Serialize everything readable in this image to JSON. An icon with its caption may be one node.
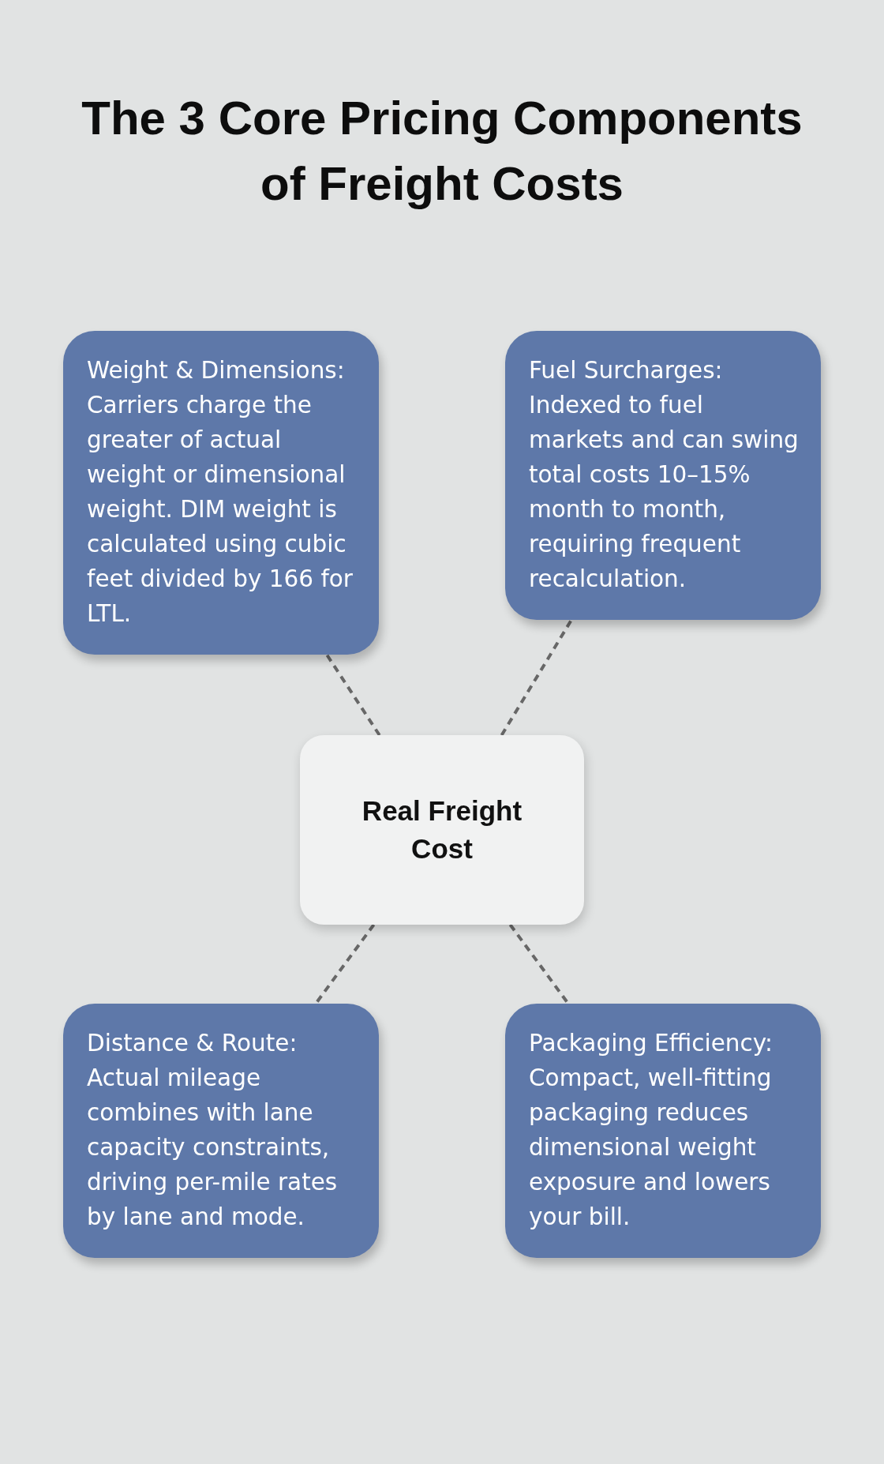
{
  "diagram": {
    "title": "The 3 Core Pricing Components of Freight Costs",
    "nodes": [
      {
        "text": [
          "Weight & Dimensions: Carriers charge the greater of actual weight or dimensional weight. DIM weight is calculated using cubic feet divided by 166 for LTL."
        ]
      },
      {
        "text": [
          "Fuel Surcharges: Indexed to fuel markets and can swing total costs 10–15% month to month, requiring frequent recalculation."
        ]
      },
      {
        "text": [
          "Real Freight Cost"
        ]
      },
      {
        "text": [
          "Distance & Route: Actual mileage combines with lane capacity constraints, driving per-mile rates by lane and mode."
        ]
      },
      {
        "text": [
          "Packaging Efficiency: Compact, well-fitting packaging reduces dimensional weight exposure and lowers your bill."
        ]
      }
    ],
    "edges": [
      {
        "from": 2,
        "to": 0,
        "arrow": "none",
        "style": "dashed"
      },
      {
        "from": 2,
        "to": 1,
        "arrow": "none",
        "style": "dashed"
      },
      {
        "from": 2,
        "to": 3,
        "arrow": "none",
        "style": "dashed"
      },
      {
        "from": 2,
        "to": 4,
        "arrow": "none",
        "style": "dashed"
      }
    ]
  }
}
